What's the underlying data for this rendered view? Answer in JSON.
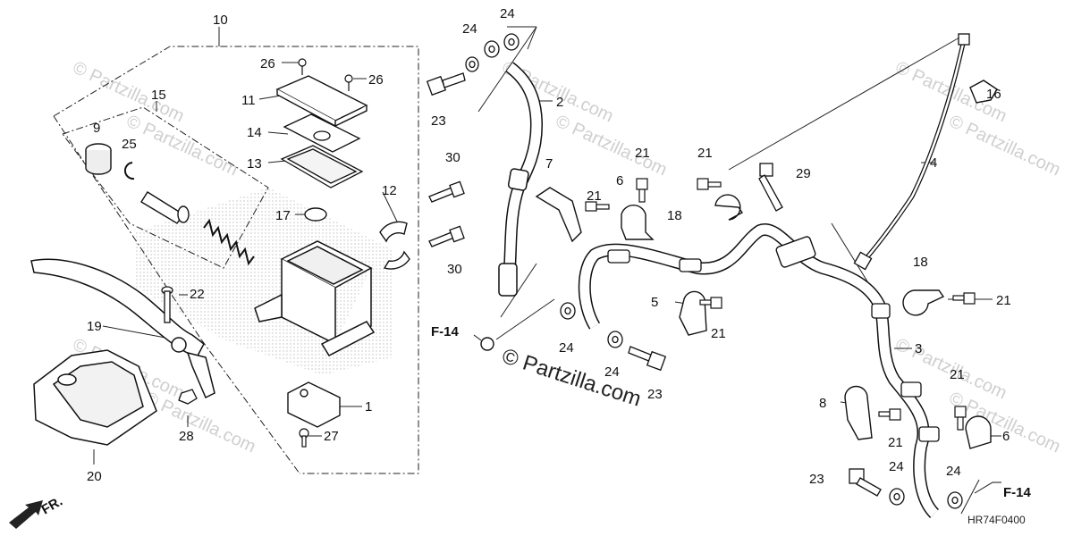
{
  "diagram_code": "HR74F0400",
  "watermark": "© Partzilla.com",
  "watermark_center": "© Partzilla.com",
  "front_label": "FR.",
  "ref_label": "F-14",
  "callouts": {
    "c1": "1",
    "c2": "2",
    "c3": "3",
    "c4": "4",
    "c5": "5",
    "c6a": "6",
    "c6b": "6",
    "c7": "7",
    "c8": "8",
    "c9": "9",
    "c10": "10",
    "c11": "11",
    "c12": "12",
    "c13": "13",
    "c14": "14",
    "c15": "15",
    "c16": "16",
    "c17": "17",
    "c18a": "18",
    "c18b": "18",
    "c19": "19",
    "c20": "20",
    "c21a": "21",
    "c21b": "21",
    "c21c": "21",
    "c21d": "21",
    "c21e": "21",
    "c21f": "21",
    "c21g": "21",
    "c22": "22",
    "c23a": "23",
    "c23b": "23",
    "c23c": "23",
    "c24a": "24",
    "c24b": "24",
    "c24c": "24",
    "c24d": "24",
    "c24e": "24",
    "c24f": "24",
    "c25": "25",
    "c26a": "26",
    "c26b": "26",
    "c27": "27",
    "c28": "28",
    "c29": "29",
    "c30a": "30",
    "c30b": "30"
  }
}
